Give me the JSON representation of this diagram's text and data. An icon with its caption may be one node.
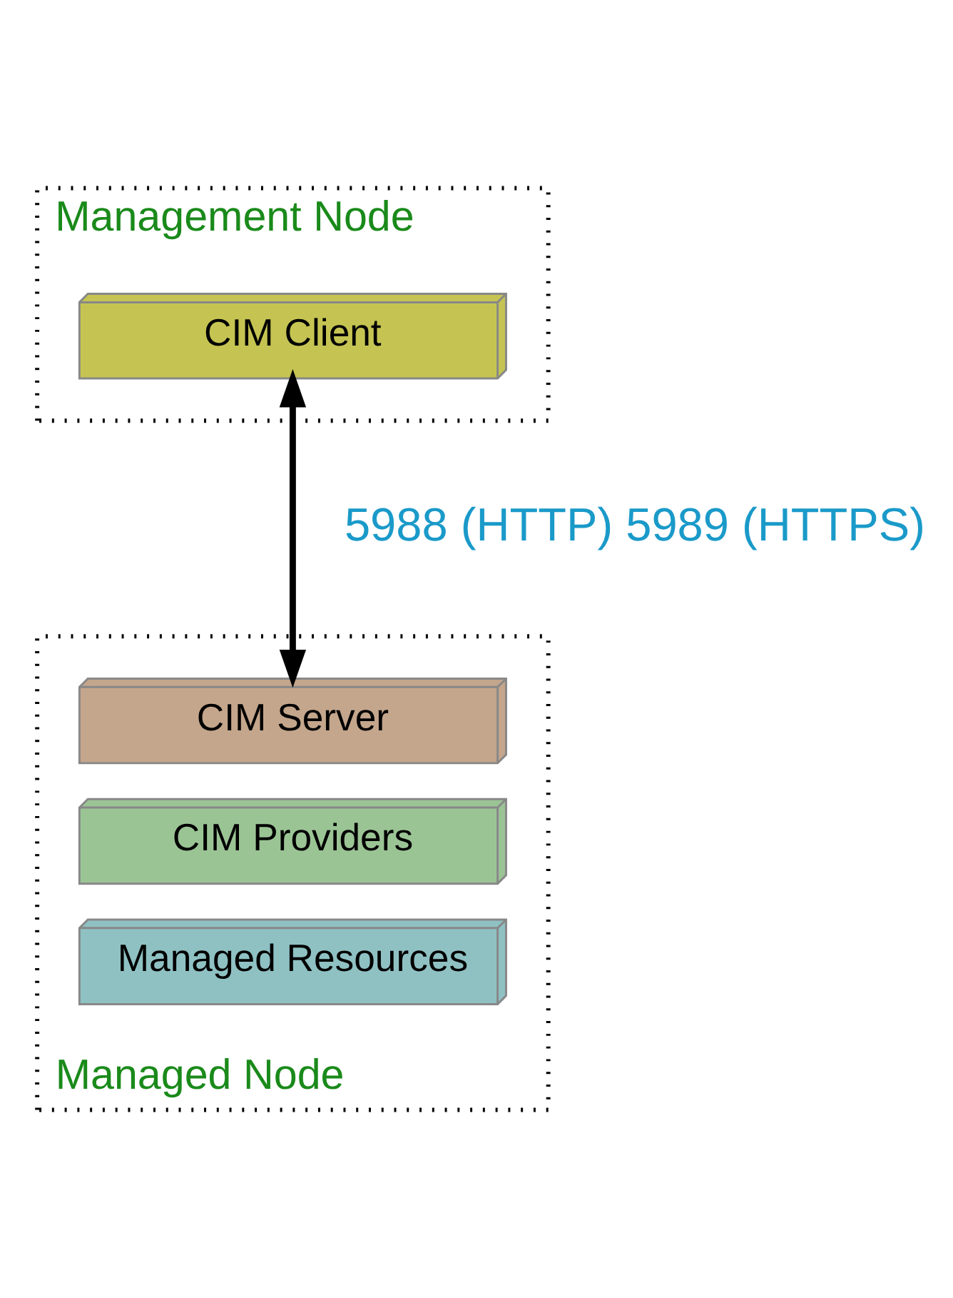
{
  "diagram": {
    "nodes": [
      {
        "text": [
          "Management Node"
        ]
      },
      {
        "text": [
          "CIM Client"
        ],
        "in": 0
      },
      {
        "text": [
          "Managed Node"
        ]
      },
      {
        "text": [
          "CIM Server"
        ],
        "in": 2
      },
      {
        "text": [
          "CIM Providers"
        ],
        "in": 2
      },
      {
        "text": [
          "Managed Resources"
        ],
        "in": 2
      }
    ],
    "edges": [
      {
        "from": 1,
        "to": 3,
        "arrow": "both",
        "label": "5988 (HTTP) 5989 (HTTPS)"
      }
    ]
  }
}
